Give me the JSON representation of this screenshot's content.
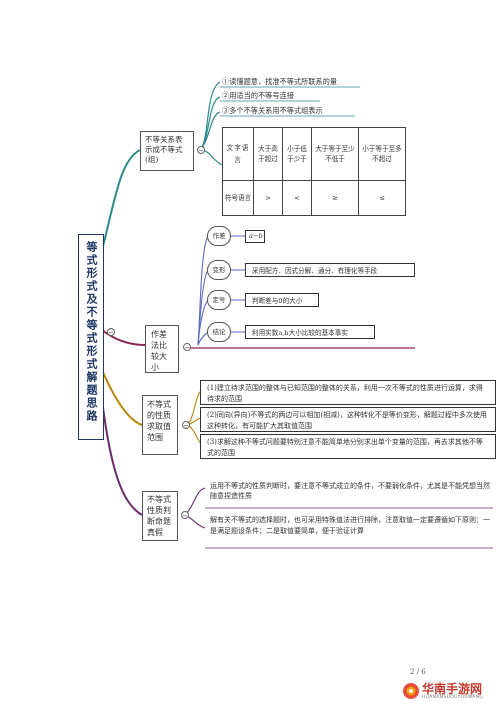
{
  "central": "等式形式及不等式形式解题思路",
  "branch1": {
    "label": "不等关系表示成不等式(组)",
    "steps": [
      "①读懂题意，找准不等式所联系的量",
      "②用适当的不等号连接",
      "③多个不等关系用不等式组表示"
    ],
    "table": {
      "row1_header": "文字语言",
      "row1": [
        "大于高于超过",
        "小于低于少于",
        "大于等于至少不低于",
        "小于等于至多不超过"
      ],
      "row2_header": "符号语言",
      "row2": [
        ">",
        "<",
        "≥",
        "≤"
      ]
    }
  },
  "branch2": {
    "label": "作差法比较大小",
    "steps": [
      {
        "node": "作差",
        "detail": "a−b"
      },
      {
        "node": "变形",
        "detail": "采用配方、因式分解、通分、有理化等手段"
      },
      {
        "node": "定号",
        "detail": "判断差与0的大小"
      },
      {
        "node": "结论",
        "detail": "利用实数a,b大小比较的基本事实"
      }
    ]
  },
  "branch3": {
    "label": "不等式的性质求取值范围",
    "items": [
      "(1)建立待求范围的整体与已知范围的整体的关系，利用一次不等式的性质进行运算，求得待求的范围",
      "(2)同向(异向)不等式的两边可以相加(相减)，这种转化不是等价变形，解题过程中多次使用这种转化，有可能扩大其取值范围",
      "(3)求解这种不等式问题要特别注意不能简单地分别求出单个变量的范围，再去求其他不等式的范围"
    ]
  },
  "branch4": {
    "label": "不等式性质判断命题真假",
    "items": [
      "运用不等式的性质判断时，要注意不等式成立的条件，不要弱化条件，尤其是不能凭想当然随意捏造性质",
      "解有关不等式的选择题时，也可采用特殊值法进行排除，注意取值一定要遵循如下原则：一是满足题设条件；二是取值要简单，便于验证计算"
    ]
  },
  "footer": {
    "page": "2 / 6",
    "logo": "华南手游网",
    "logo_sub": "HUANANSHOUYOUWANG"
  },
  "colors": {
    "branch1": "#2e8b8b",
    "branch2": "#8b2252",
    "branch3": "#b8860b",
    "branch4": "#6a2c6a",
    "sub1": "#2e8b8b",
    "sub2": "#5b6abf",
    "sub3": "#b8860b",
    "sub4": "#6a2c6a",
    "central_border": "#1f3864"
  }
}
